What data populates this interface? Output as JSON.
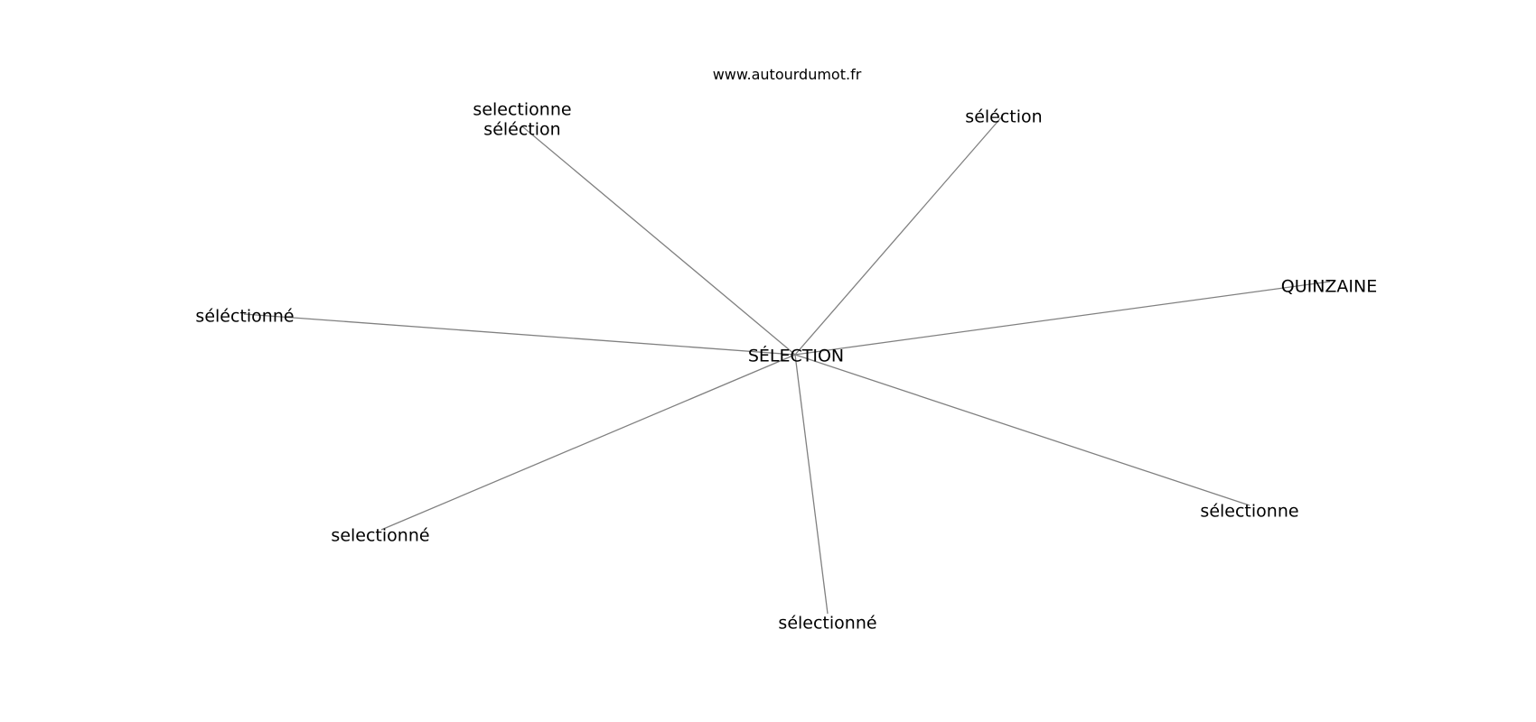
{
  "site": "www.autourdumot.fr",
  "graph": {
    "center": "SÉLECTION",
    "neighbors": [
      {
        "label": [
          "selectionne",
          "séléction"
        ]
      },
      {
        "label": [
          "séléction"
        ]
      },
      {
        "label": [
          "QUINZAINE"
        ]
      },
      {
        "label": [
          "séléctionné"
        ]
      },
      {
        "label": [
          "sélectionne"
        ]
      },
      {
        "label": [
          "selectionné"
        ]
      },
      {
        "label": [
          "sélectionné"
        ]
      }
    ]
  },
  "colors": {
    "edge": "#808080",
    "text": "#000000",
    "background": "#ffffff"
  }
}
